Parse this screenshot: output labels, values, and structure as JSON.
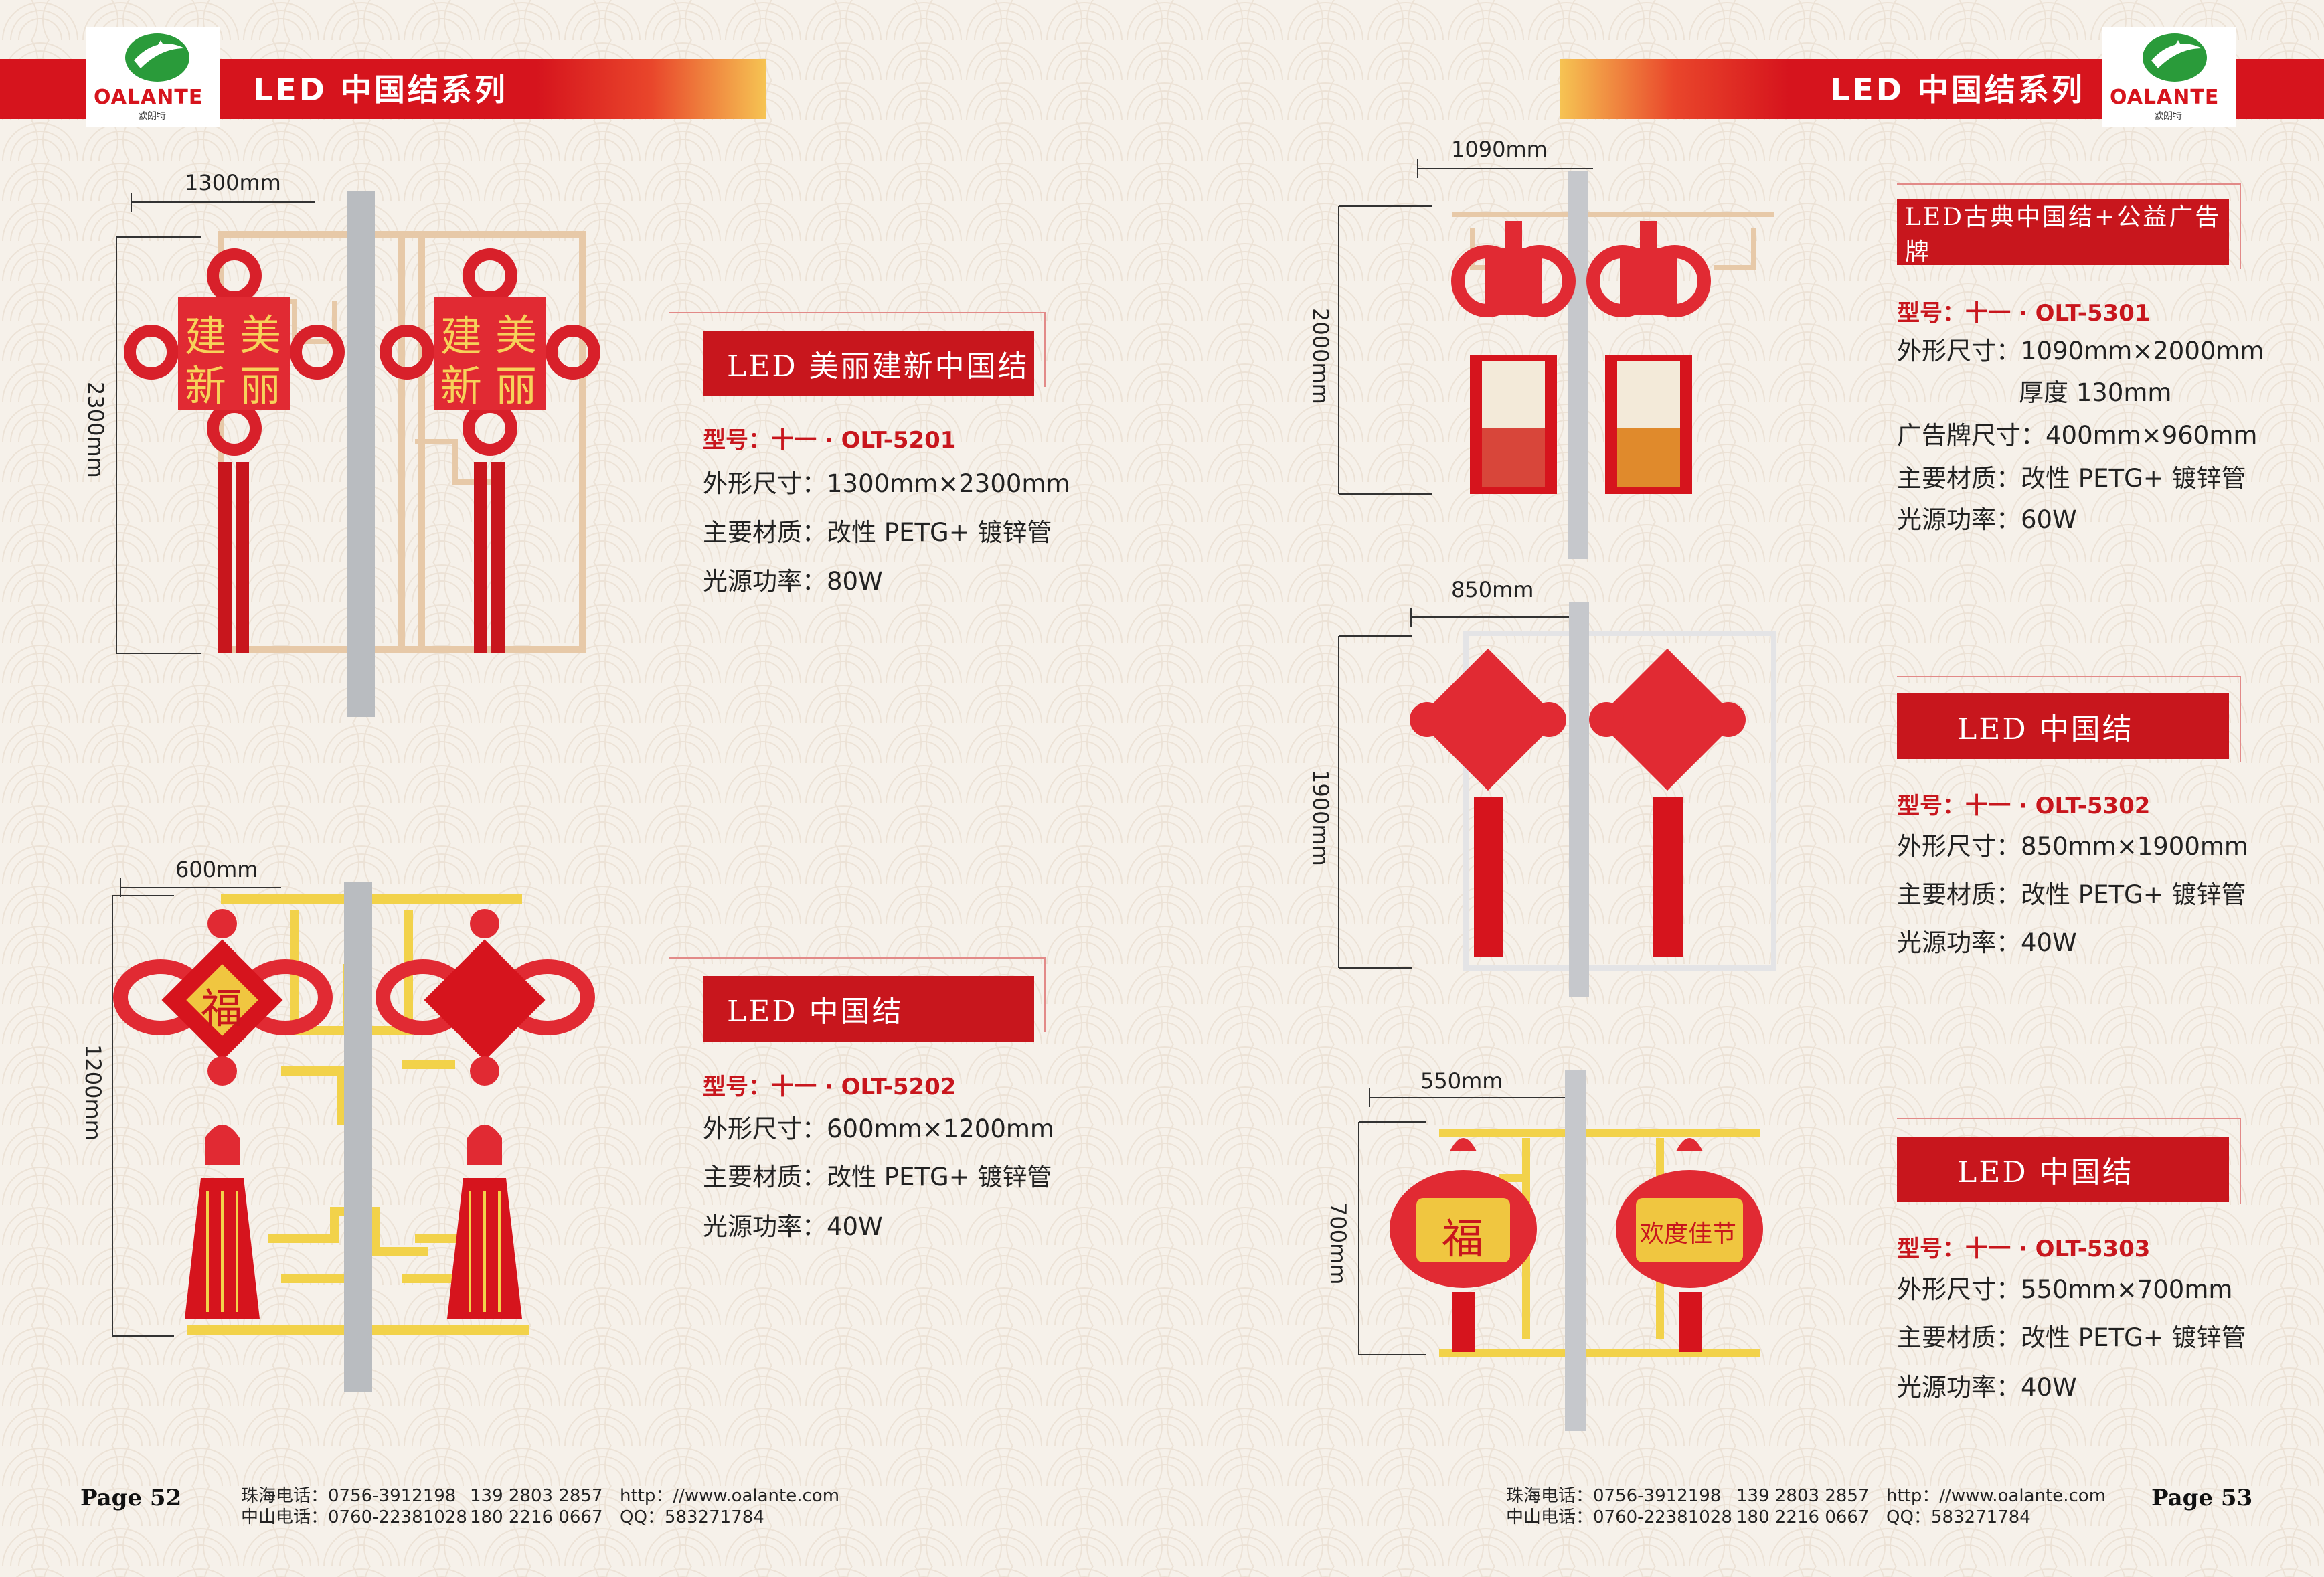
{
  "header": {
    "left_title": "LED 中国结系列",
    "right_title": "LED 中国结系列",
    "logo_text": "OALANTE",
    "logo_sub": "欧朗特"
  },
  "products": [
    {
      "title": "LED 美丽建新中国结",
      "model": "型号：十一 · OLT-5201",
      "size": "外形尺寸：1300mm×2300mm",
      "material": "主要材质：改性 PETG+ 镀锌管",
      "power": "光源功率：80W",
      "dim_w": "1300mm",
      "dim_h": "2300mm",
      "knot_text_1": "美",
      "knot_text_2": "建",
      "knot_text_3": "新",
      "knot_text_4": "丽"
    },
    {
      "title": "LED 中国结",
      "model": "型号：十一 · OLT-5202",
      "size": "外形尺寸：600mm×1200mm",
      "material": "主要材质：改性 PETG+ 镀锌管",
      "power": "光源功率：40W",
      "dim_w": "600mm",
      "dim_h": "1200mm",
      "knot_text_1": "福"
    },
    {
      "title": "LED古典中国结+公益广告牌",
      "model": "型号：十一 · OLT-5301",
      "size": "外形尺寸：1090mm×2000mm",
      "thickness": "厚度 130mm",
      "ad_size": "广告牌尺寸：400mm×960mm",
      "material": "主要材质：改性 PETG+ 镀锌管",
      "power": "光源功率：60W",
      "dim_w": "1090mm",
      "dim_h": "2000mm"
    },
    {
      "title": "LED 中国结",
      "model": "型号：十一 · OLT-5302",
      "size": "外形尺寸：850mm×1900mm",
      "material": "主要材质：改性 PETG+ 镀锌管",
      "power": "光源功率：40W",
      "dim_w": "850mm",
      "dim_h": "1900mm"
    },
    {
      "title": "LED 中国结",
      "model": "型号：十一 · OLT-5303",
      "size": "外形尺寸：550mm×700mm",
      "material": "主要材质：改性 PETG+ 镀锌管",
      "power": "光源功率：40W",
      "dim_w": "550mm",
      "dim_h": "700mm",
      "knot_text_1": "福",
      "knot_text_2": "欢度佳节"
    }
  ],
  "footer": {
    "left_page": "Page 52",
    "right_page": "Page 53",
    "zh_phone": "珠海电话：0756-3912198",
    "zh_mobile": "139 2803 2857",
    "zs_phone": "中山电话：0760-22381028",
    "zs_mobile": "180 2216 0667",
    "web": "http：//www.oalante.com",
    "qq": "QQ：583271784"
  },
  "colors": {
    "red": "#c8161d",
    "band_red": "#d6141d",
    "gold": "#f2d24a",
    "bg": "#f6f1ea",
    "pole": "#b9bcc0"
  }
}
